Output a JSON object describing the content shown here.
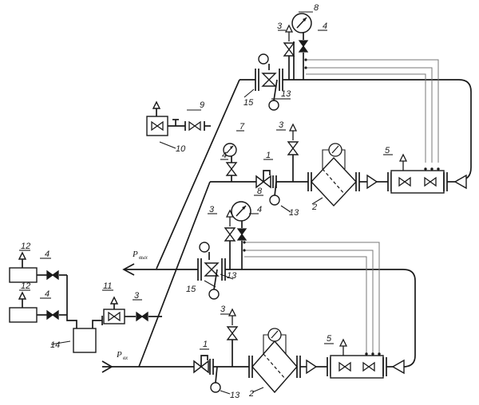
{
  "labels": {
    "1": "1",
    "2": "2",
    "3": "3",
    "4": "4",
    "5": "5",
    "7": "7",
    "8": "8",
    "9": "9",
    "10": "10",
    "11": "11",
    "12": "12",
    "13": "13",
    "14": "14",
    "15": "15"
  },
  "pressure": {
    "inlet": {
      "symbol": "P",
      "sub": "вх"
    },
    "outlet": {
      "symbol": "P",
      "sub": "вых"
    }
  }
}
